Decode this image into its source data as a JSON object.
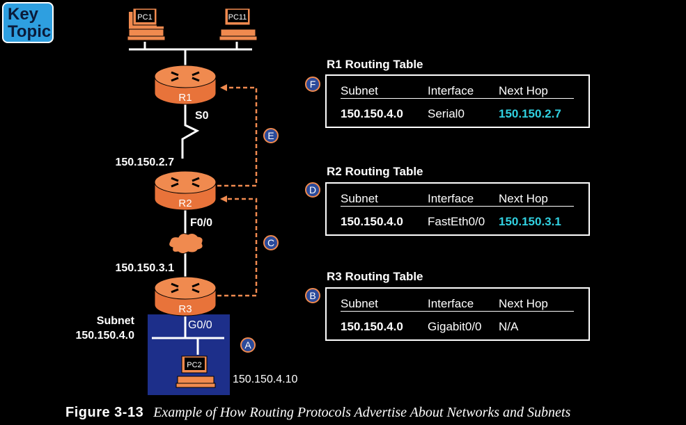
{
  "badge": {
    "line1": "Key",
    "line2": "Topic"
  },
  "pcs": {
    "pc1": "PC1",
    "pc11": "PC11",
    "pc2": "PC2"
  },
  "routers": {
    "r1": "R1",
    "r2": "R2",
    "r3": "R3"
  },
  "interfaces": {
    "s0": "S0",
    "f00": "F0/0",
    "g00": "G0/0"
  },
  "addresses": {
    "r2_ip": "150.150.2.7",
    "r3_ip": "150.150.3.1",
    "pc2_ip": "150.150.4.10"
  },
  "subnet": {
    "line1": "Subnet",
    "line2": "150.150.4.0"
  },
  "steps": {
    "a": "A",
    "b": "B",
    "c": "C",
    "d": "D",
    "e": "E",
    "f": "F"
  },
  "colors": {
    "router": "#f08a4f",
    "pc": "#f08a4f",
    "step_circle": "#2b4a9a",
    "step_border": "#f08a4f",
    "subnet_box": "#1d2f8a",
    "highlight": "#31d0e0"
  },
  "tables": [
    {
      "title": "R1 Routing Table",
      "headers": [
        "Subnet",
        "Interface",
        "Next Hop"
      ],
      "row": [
        "150.150.4.0",
        "Serial0",
        "150.150.2.7"
      ]
    },
    {
      "title": "R2 Routing Table",
      "headers": [
        "Subnet",
        "Interface",
        "Next Hop"
      ],
      "row": [
        "150.150.4.0",
        "FastEth0/0",
        "150.150.3.1"
      ]
    },
    {
      "title": "R3 Routing Table",
      "headers": [
        "Subnet",
        "Interface",
        "Next Hop"
      ],
      "row": [
        "150.150.4.0",
        "Gigabit0/0",
        "N/A"
      ]
    }
  ],
  "caption": {
    "figure": "Figure 3-13",
    "text": "Example of How Routing Protocols Advertise About Networks and Subnets"
  }
}
